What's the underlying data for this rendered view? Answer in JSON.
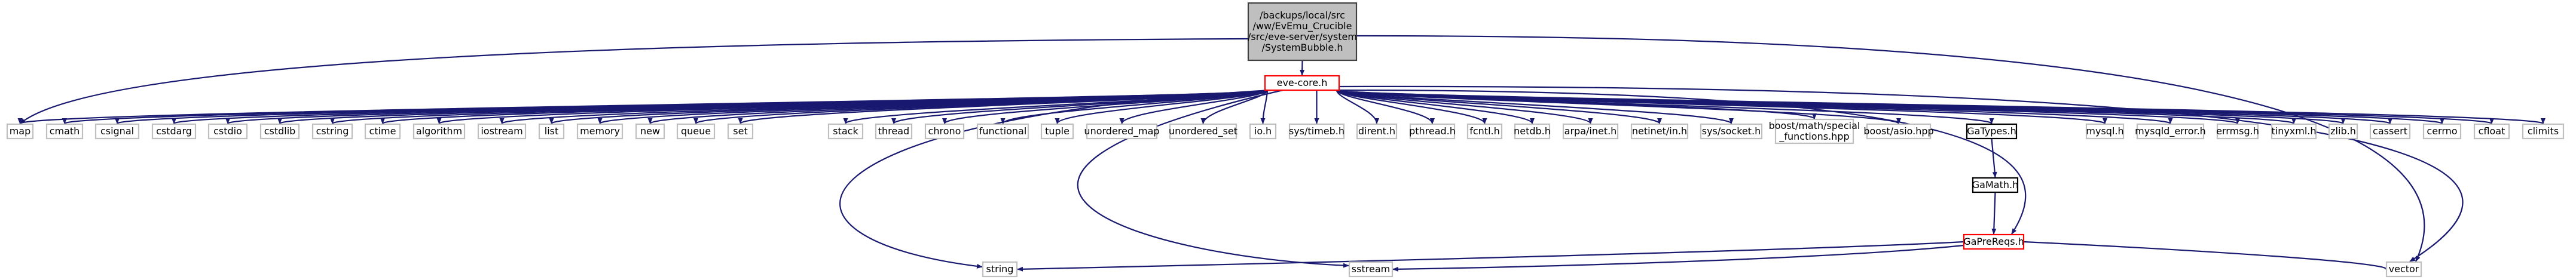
{
  "graph": {
    "colors": {
      "edge": "#191970",
      "node_border": "#bfbfbf",
      "node_fill": "#ffffff",
      "link_border": "#000000",
      "missing_border": "#ff0000",
      "root_fill": "#bfbfbf",
      "root_border": "#404040"
    },
    "root": {
      "lines": [
        "/backups/local/src",
        "/ww/EvEmu_Crucible",
        "/src/eve-server/system",
        "/SystemBubble.h"
      ]
    },
    "nodes": {
      "eve_core": "eve-core.h",
      "map": "map",
      "cmath": "cmath",
      "csignal": "csignal",
      "cstdarg": "cstdarg",
      "cstdio": "cstdio",
      "cstdlib": "cstdlib",
      "cstring": "cstring",
      "ctime": "ctime",
      "algorithm": "algorithm",
      "iostream": "iostream",
      "list": "list",
      "memory": "memory",
      "new": "new",
      "queue": "queue",
      "set": "set",
      "stack": "stack",
      "thread": "thread",
      "chrono": "chrono",
      "functional": "functional",
      "tuple": "tuple",
      "unordered_map": "unordered_map",
      "unordered_set": "unordered_set",
      "io_h": "io.h",
      "sys_timeb": "sys/timeb.h",
      "dirent": "dirent.h",
      "pthread": "pthread.h",
      "fcntl": "fcntl.h",
      "netdb": "netdb.h",
      "arpa_inet": "arpa/inet.h",
      "netinet_in": "netinet/in.h",
      "sys_socket": "sys/socket.h",
      "boost_special": [
        "boost/math/special",
        "_functions.hpp"
      ],
      "boost_asio": "boost/asio.hpp",
      "gatypes": "GaTypes.h",
      "gamath": "GaMath.h",
      "gaprereqs": "GaPreReqs.h",
      "mysql": "mysql.h",
      "mysqld_error": "mysqld_error.h",
      "errmsg": "errmsg.h",
      "tinyxml": "tinyxml.h",
      "zlib": "zlib.h",
      "cassert": "cassert",
      "cerrno": "cerrno",
      "cfloat": "cfloat",
      "climits": "climits",
      "string": "string",
      "sstream": "sstream",
      "vector": "vector"
    }
  }
}
